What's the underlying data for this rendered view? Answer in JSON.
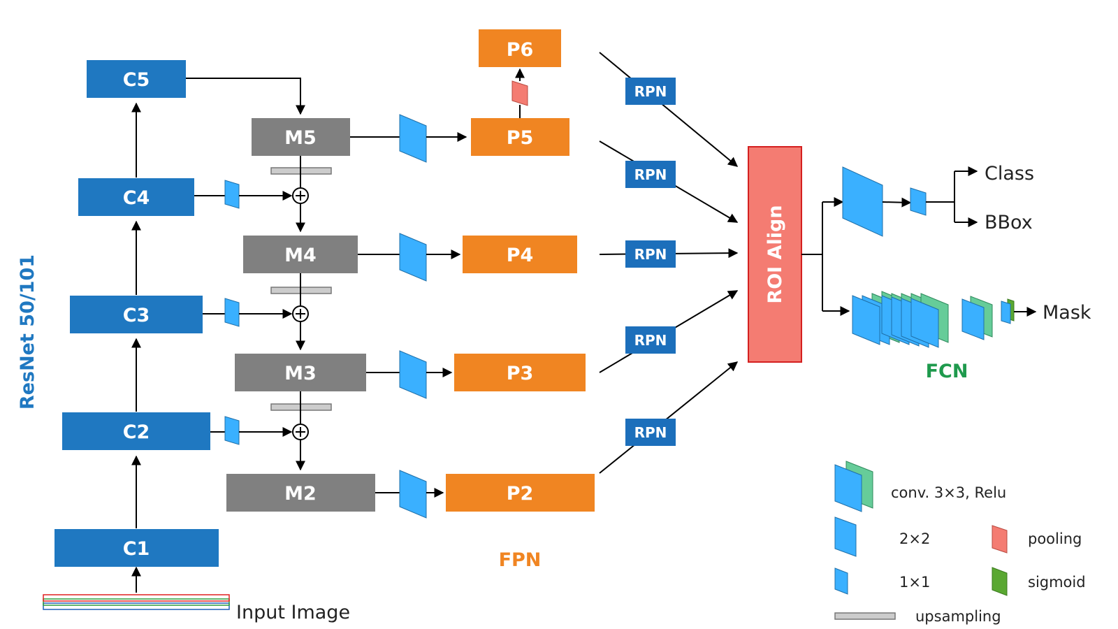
{
  "backbone": {
    "title": "ResNet 50/101",
    "color": "#1f78c1",
    "stages": [
      "C1",
      "C2",
      "C3",
      "C4",
      "C5"
    ]
  },
  "input": {
    "label": "Input Image"
  },
  "merge": {
    "color": "#808080",
    "labels": [
      "M2",
      "M3",
      "M4",
      "M5"
    ]
  },
  "fpn": {
    "title": "FPN",
    "color": "#f08522",
    "labels": [
      "P2",
      "P3",
      "P4",
      "P5",
      "P6"
    ]
  },
  "rpn": {
    "label": "RPN",
    "color": "#1c6fbb"
  },
  "roi": {
    "label": "ROI Align",
    "color": "#f47c72"
  },
  "heads": {
    "class_label": "Class",
    "bbox_label": "BBox",
    "mask_label": "Mask"
  },
  "fcn": {
    "title": "FCN",
    "color": "#1f9a4d"
  },
  "legend": {
    "conv": "conv. 3×3, Relu",
    "k2": "2×2",
    "k1": "1×1",
    "pooling": "pooling",
    "sigmoid": "sigmoid",
    "upsampling": "upsampling"
  },
  "colors": {
    "feature_map": "#3ab0ff",
    "conv_back": "#66cc99",
    "pool": "#f47c72",
    "sigmoid": "#5aa832",
    "upsample": "#cccccc"
  }
}
